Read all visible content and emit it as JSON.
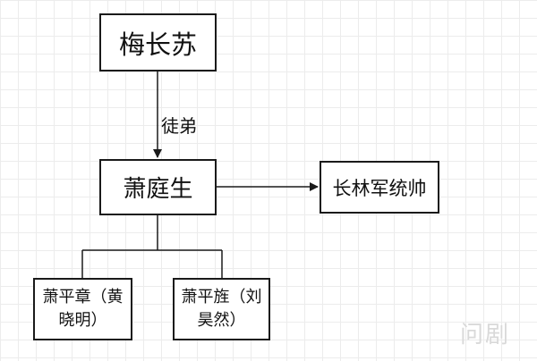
{
  "diagram": {
    "root": {
      "label": "梅长苏"
    },
    "edge_label": "徒弟",
    "middle": {
      "label": "萧庭生"
    },
    "right": {
      "label": "长林军统帅"
    },
    "children": [
      {
        "line1": "萧平章（黄",
        "line2": "晓明）"
      },
      {
        "line1": "萧平旌（刘",
        "line2": "昊然）"
      }
    ]
  },
  "watermark": "问剧"
}
